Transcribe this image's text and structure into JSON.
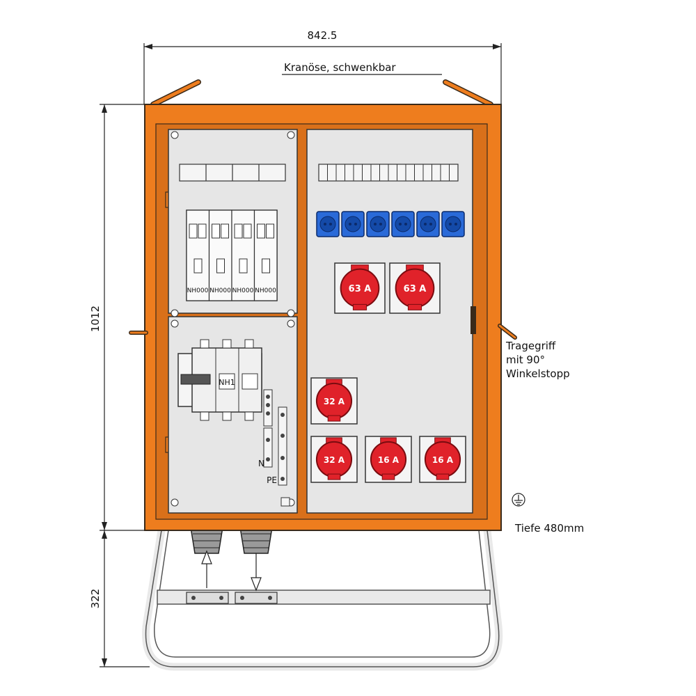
{
  "dimensions": {
    "width": "842.5",
    "height_cabinet": "1012",
    "height_stand": "322"
  },
  "annotations": {
    "crane_eye": "Kranöse, schwenkbar",
    "handle_line1": "Tragegriff",
    "handle_line2": "mit 90°",
    "handle_line3": "Winkelstopp",
    "depth": "Tiefe 480mm"
  },
  "left_panel": {
    "fuses": [
      "NH000",
      "NH000",
      "NH000",
      "NH000"
    ],
    "switch_label": "NH1",
    "terminal_n": "N",
    "terminal_pe": "PE"
  },
  "sockets": {
    "row1": [
      "63 A",
      "63 A"
    ],
    "row2": [
      "32 A"
    ],
    "row3": [
      "32 A",
      "16 A",
      "16 A"
    ],
    "schuko_count": 6
  },
  "colors": {
    "frame": "#ee7d1e",
    "socket_red": "#e0222a",
    "schuko_blue": "#1f5fd0",
    "panel": "#e6e6e6"
  }
}
